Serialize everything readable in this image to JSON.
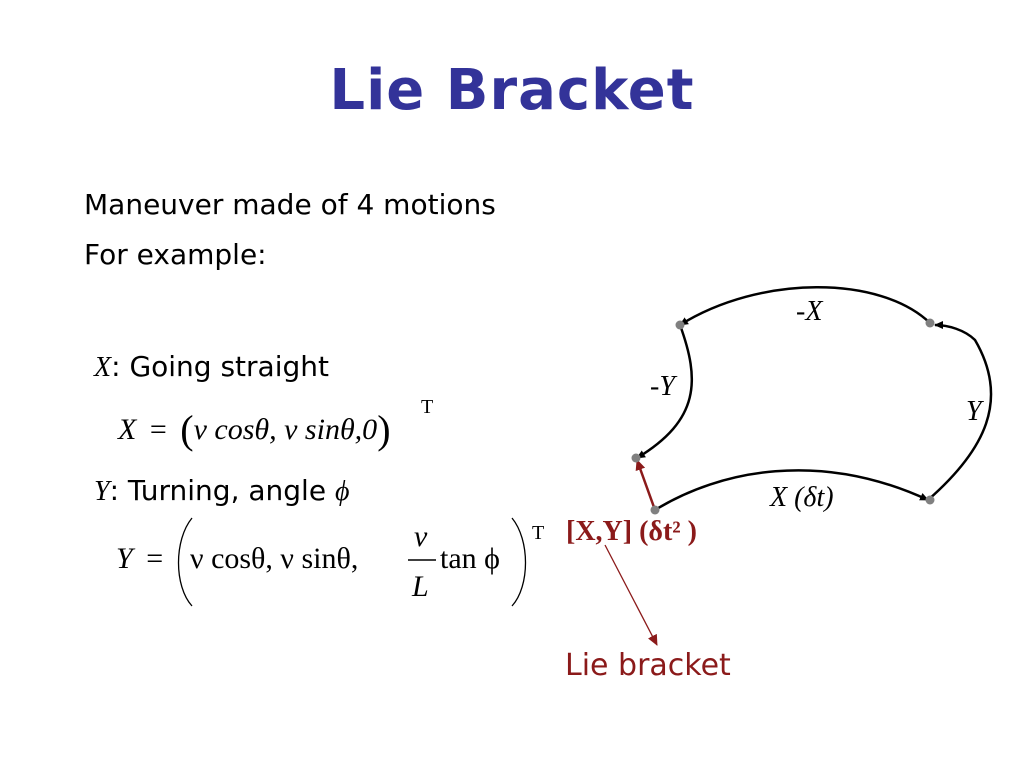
{
  "title": "Lie Bracket",
  "intro": {
    "line1": "Maneuver made of 4 motions",
    "line2": "For example:"
  },
  "x_motion": {
    "symbol": "X",
    "label": ": Going straight",
    "formula_lhs": "X",
    "formula_eq": "=",
    "formula_body": "ν cosθ, ν sinθ,0",
    "transpose": "T"
  },
  "y_motion": {
    "symbol": "Y",
    "label": ": Turning, angle ",
    "angle_symbol": "ϕ",
    "formula_lhs": "Y",
    "formula_eq": "=",
    "formula_part1": "ν cosθ, ν sinθ,",
    "frac_num": "ν",
    "frac_den": "L",
    "formula_part2": "tan ϕ",
    "transpose": "T"
  },
  "diagram": {
    "edge_labels": {
      "neg_x": "-X",
      "neg_y": "-Y",
      "y": "Y",
      "x_dt": "X (δt)"
    },
    "bracket_label": "[X,Y] (δt² )",
    "callout_label": "Lie bracket",
    "colors": {
      "path": "#000000",
      "points": "#808080",
      "bracket": "#8b1a1a",
      "title": "#333399"
    }
  }
}
